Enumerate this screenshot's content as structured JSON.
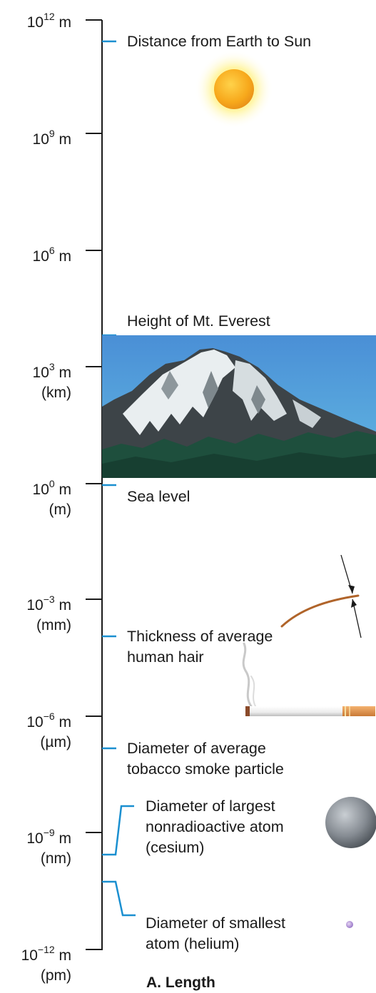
{
  "scale_ticks": [
    {
      "base": "10",
      "exp": "12",
      "unit": " m",
      "sub": ""
    },
    {
      "base": "10",
      "exp": "9",
      "unit": " m",
      "sub": ""
    },
    {
      "base": "10",
      "exp": "6",
      "unit": " m",
      "sub": ""
    },
    {
      "base": "10",
      "exp": "3",
      "unit": " m",
      "sub": "(km)"
    },
    {
      "base": "10",
      "exp": "0",
      "unit": " m",
      "sub": "(m)"
    },
    {
      "base": "10",
      "exp": "−3",
      "unit": " m",
      "sub": "(mm)"
    },
    {
      "base": "10",
      "exp": "−6",
      "unit": " m",
      "sub": "(µm)"
    },
    {
      "base": "10",
      "exp": "−9",
      "unit": " m",
      "sub": "(nm)"
    },
    {
      "base": "10",
      "exp": "−12",
      "unit": " m",
      "sub": "(pm)"
    }
  ],
  "labels": {
    "earth_sun": "Distance from Earth to Sun",
    "everest": "Height of Mt. Everest",
    "sea_level": "Sea level",
    "hair_1": "Thickness of average",
    "hair_2": "human hair",
    "smoke_1": "Diameter of average",
    "smoke_2": "tobacco smoke particle",
    "cesium_1": "Diameter of largest",
    "cesium_2": "nonradioactive atom",
    "cesium_3": "(cesium)",
    "helium_1": "Diameter of smallest",
    "helium_2": "atom (helium)"
  },
  "caption": "A. Length",
  "colors": {
    "sky_top": "#4a8fd6",
    "sky_bottom": "#5fb6e0",
    "forest": "#1e4f3d",
    "sun": "#f7a81b",
    "hair": "#b0642a",
    "marker": "#1a8fd0"
  }
}
